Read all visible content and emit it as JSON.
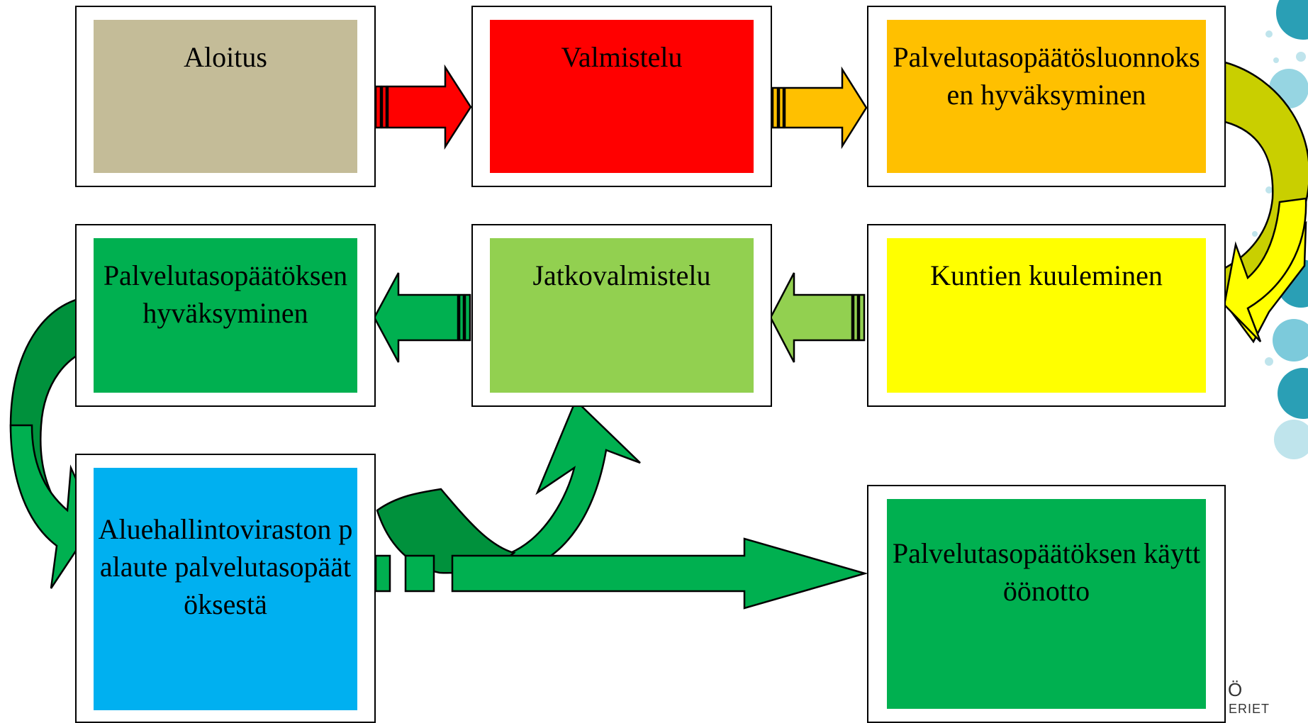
{
  "steps": [
    {
      "label": "Aloitus",
      "color": "#c4bc98"
    },
    {
      "label": "Valmistelu",
      "color": "#ff0000"
    },
    {
      "label": "Palvelutasopäätösluonnoksen hyväksyminen",
      "color": "#ffc000"
    },
    {
      "label": "Kuntien kuuleminen",
      "color": "#ffff00"
    },
    {
      "label": "Jatkovalmistelu",
      "color": "#92d050"
    },
    {
      "label": "Palvelutasopäätöksen hyväksyminen",
      "color": "#00b050"
    },
    {
      "label": "Aluehallintoviraston palaute palvelutasopäätöksestä",
      "color": "#00b0f0"
    },
    {
      "label": "Palvelutasopäätöksen käyttöönotto",
      "color": "#00b050"
    }
  ],
  "arrow_colors": {
    "red": "#ff0000",
    "orange": "#ffc000",
    "yellow_green": "#c9cf00",
    "yellow": "#ffff00",
    "light_green": "#92d050",
    "green": "#00b050",
    "dark_green": "#00913c"
  },
  "footer": {
    "glyph": "Ö",
    "partial": "ERIET"
  },
  "decor_colors": [
    "#2a9fb5",
    "#7ccadb",
    "#bfe4ec"
  ]
}
